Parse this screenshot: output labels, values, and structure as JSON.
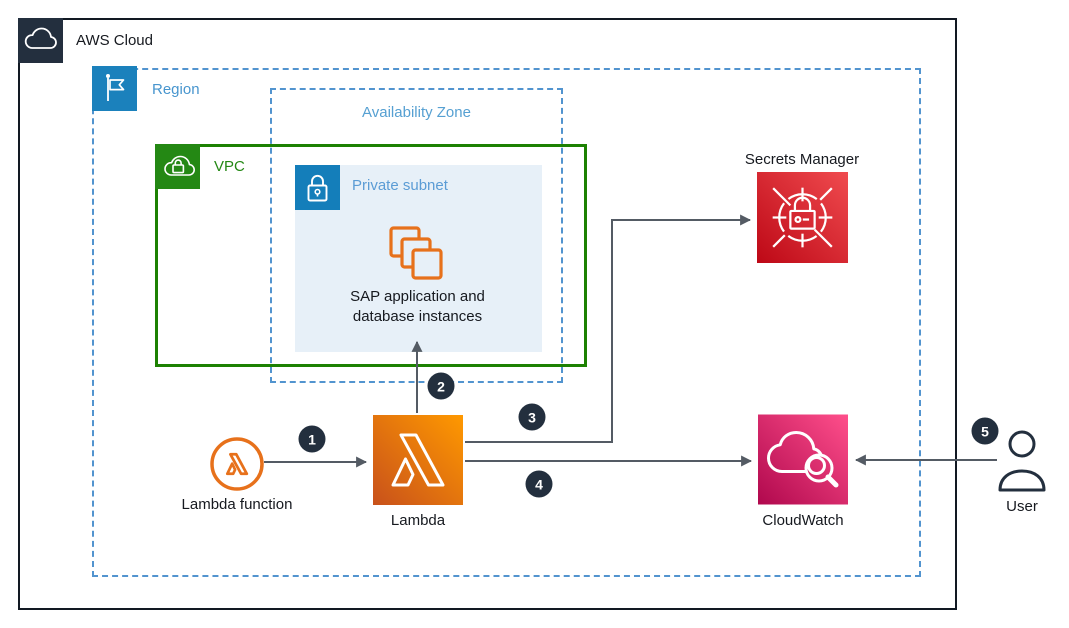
{
  "containers": {
    "aws_cloud": "AWS Cloud",
    "region": "Region",
    "availability_zone": "Availability Zone",
    "vpc": "VPC",
    "private_subnet": "Private subnet"
  },
  "nodes": {
    "sap_instances": "SAP application and database instances",
    "secrets_manager": "Secrets Manager",
    "lambda_function": "Lambda function",
    "lambda": "Lambda",
    "cloudwatch": "CloudWatch",
    "user": "User"
  },
  "steps": [
    "1",
    "2",
    "3",
    "4",
    "5"
  ],
  "colors": {
    "dark_navy": "#232F3E",
    "region_icon_blue": "#1B81BC",
    "subnet_icon_blue": "#147EBA",
    "dashed_border_blue": "#5294CF",
    "vpc_green": "#1D8102",
    "vpc_icon_green": "#248814",
    "subnet_fill": "#E7F0F8",
    "orange": "#E7711B",
    "lambda_gradient": [
      "#C8511B",
      "#FF9900"
    ],
    "secrets_gradient": [
      "#BD0816",
      "#FF5252"
    ],
    "cloudwatch_gradient": [
      "#B0084D",
      "#FF4F8B"
    ],
    "arrow_gray": "#545B64"
  }
}
